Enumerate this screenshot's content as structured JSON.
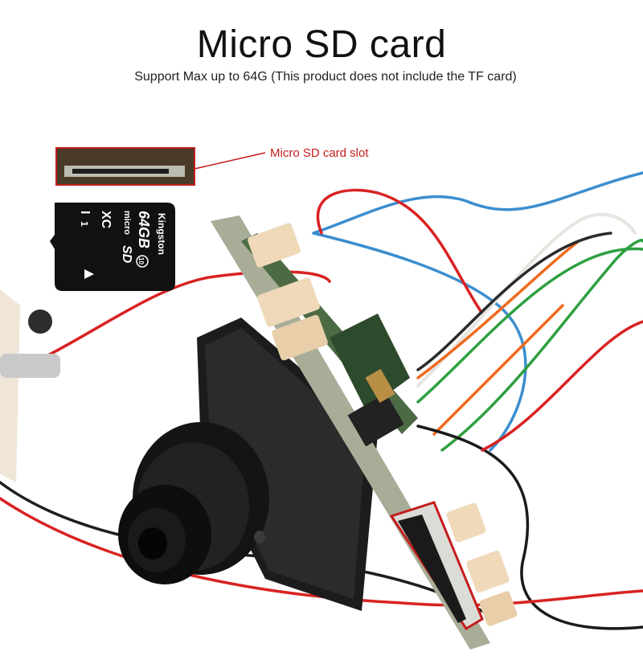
{
  "header": {
    "title": "Micro SD card",
    "subtitle": "Support Max up to 64G (This product does not include the TF card)"
  },
  "callout": {
    "slot_label": "Micro SD card slot"
  },
  "sd_card": {
    "brand": "Kingston",
    "capacity": "64GB",
    "type_line1": "micro",
    "type_line2": "SD",
    "type_line3": "XC",
    "speed_class": "10",
    "uhs_class": "I",
    "uhs_marker": "1"
  },
  "colors": {
    "accent_red": "#c41d1d",
    "card_black": "#111111",
    "pcb_green": "#8f9f7d",
    "connector_beige": "#efd9b9"
  }
}
